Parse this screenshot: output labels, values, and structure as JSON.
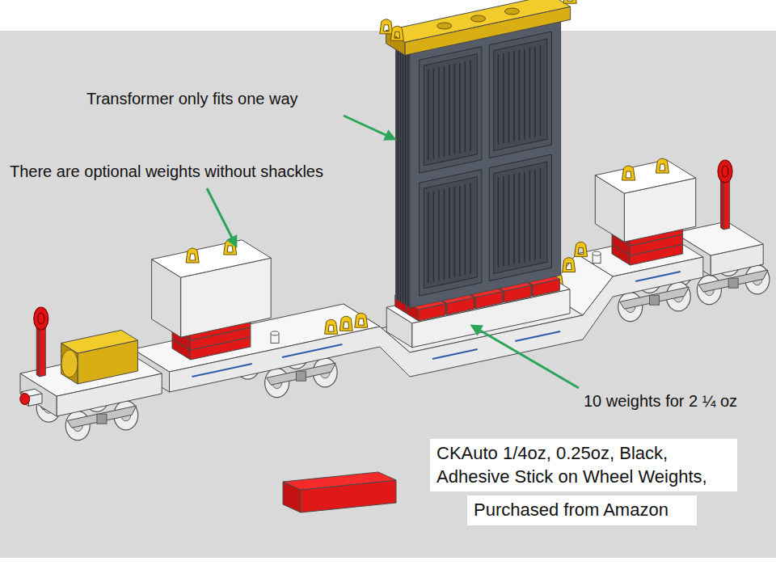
{
  "diagram": {
    "nodes": [
      {
        "text": [
          "CKAuto 1/4oz, 0.25oz, Black, Adhesive Stick on Wheel Weights,"
        ]
      },
      {
        "text": [
          "Purchased from Amazon"
        ]
      }
    ],
    "labels": [
      "Transformer only fits one way",
      "There are optional weights without shackles",
      "10 weights for 2 ¼ oz"
    ]
  }
}
